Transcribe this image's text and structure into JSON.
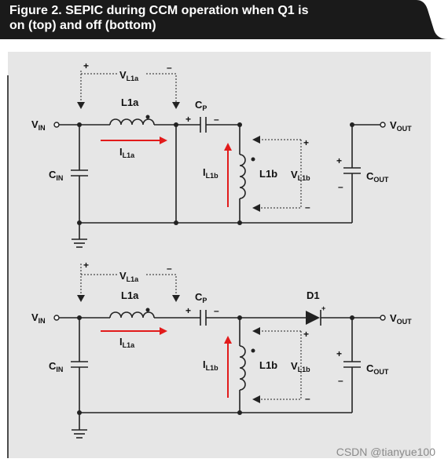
{
  "figure": {
    "title": "Figure 2. SEPIC during CCM operation when Q1 is\non (top) and off (bottom)"
  },
  "labels": {
    "vin": "V",
    "vin_sub": "IN",
    "vout": "V",
    "vout_sub": "OUT",
    "vl1a": "V",
    "vl1a_sub": "L1a",
    "l1a": "L1a",
    "il1a": "I",
    "il1a_sub": "L1a",
    "cp": "C",
    "cp_sub": "P",
    "cin": "C",
    "cin_sub": "IN",
    "il1b": "I",
    "il1b_sub": "L1b",
    "l1b": "L1b",
    "vl1b": "V",
    "vl1b_sub": "L1b",
    "cout": "C",
    "cout_sub": "OUT",
    "d1": "D1",
    "plus": "+",
    "minus": "–"
  },
  "watermark": "CSDN @tianyue100",
  "colors": {
    "header_bg": "#1a1a1a",
    "panel_bg": "#e6e6e6",
    "current_arrow": "#e21b1b",
    "wire": "#222222"
  }
}
